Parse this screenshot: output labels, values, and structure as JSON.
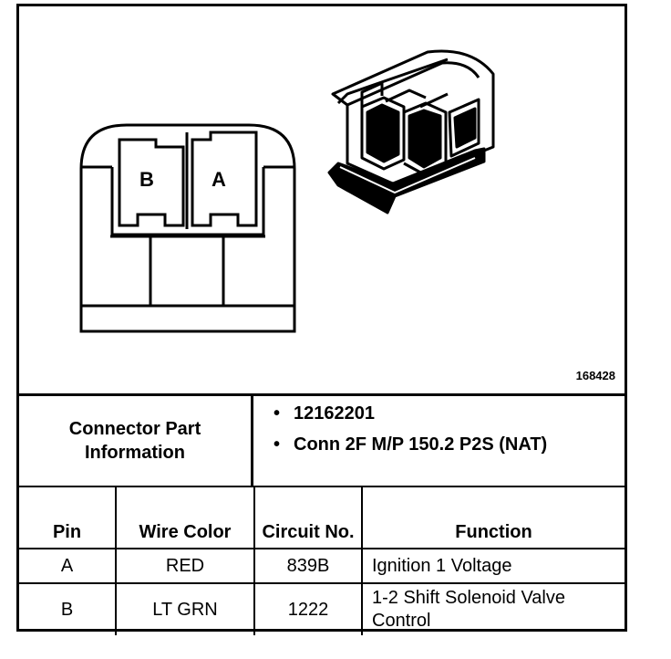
{
  "figure_number": "168428",
  "pin_labels": [
    "B",
    "A"
  ],
  "connector": {
    "label": "Connector Part Information",
    "items": [
      "12162201",
      "Conn 2F M/P 150.2 P2S (NAT)"
    ]
  },
  "table": {
    "headers": [
      "Pin",
      "Wire Color",
      "Circuit No.",
      "Function"
    ],
    "rows": [
      {
        "pin": "A",
        "color": "RED",
        "circuit": "839B",
        "function": "Ignition 1 Voltage"
      },
      {
        "pin": "B",
        "color": "LT GRN",
        "circuit": "1222",
        "function": "1-2 Shift Solenoid Valve Control"
      }
    ]
  }
}
